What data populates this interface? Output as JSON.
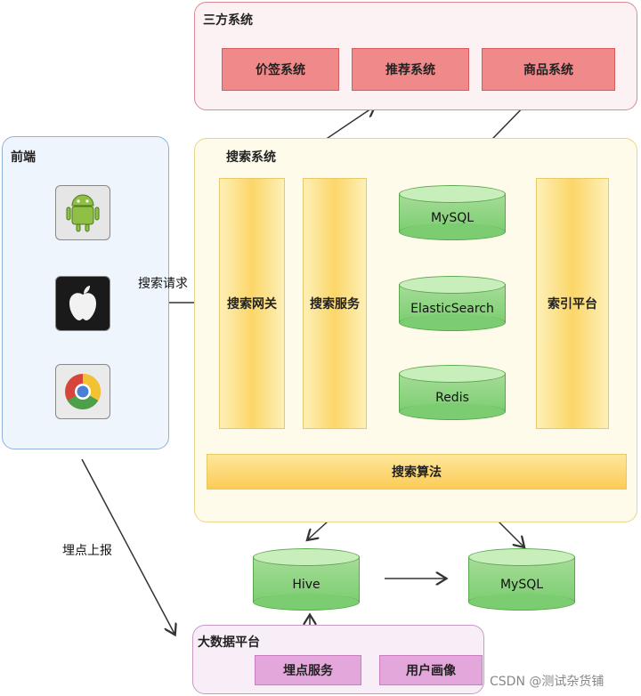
{
  "third_party": {
    "title": "三方系统",
    "boxes": [
      "价签系统",
      "推荐系统",
      "商品系统"
    ]
  },
  "frontend": {
    "title": "前端",
    "icons": [
      "android-icon",
      "apple-icon",
      "chrome-icon"
    ]
  },
  "search_system": {
    "title": "搜索系统",
    "gateway": "搜索网关",
    "service": "搜索服务",
    "stores": [
      "MySQL",
      "ElasticSearch",
      "Redis"
    ],
    "index_platform": "索引平台",
    "algorithm": "搜索算法"
  },
  "bigdata": {
    "hive": "Hive",
    "mysql": "MySQL",
    "title": "大数据平台",
    "boxes": [
      "埋点服务",
      "用户画像"
    ]
  },
  "edges": {
    "search_request": "搜索请求",
    "tracking_report": "埋点上报"
  },
  "watermark": "CSDN @测试杂货铺"
}
